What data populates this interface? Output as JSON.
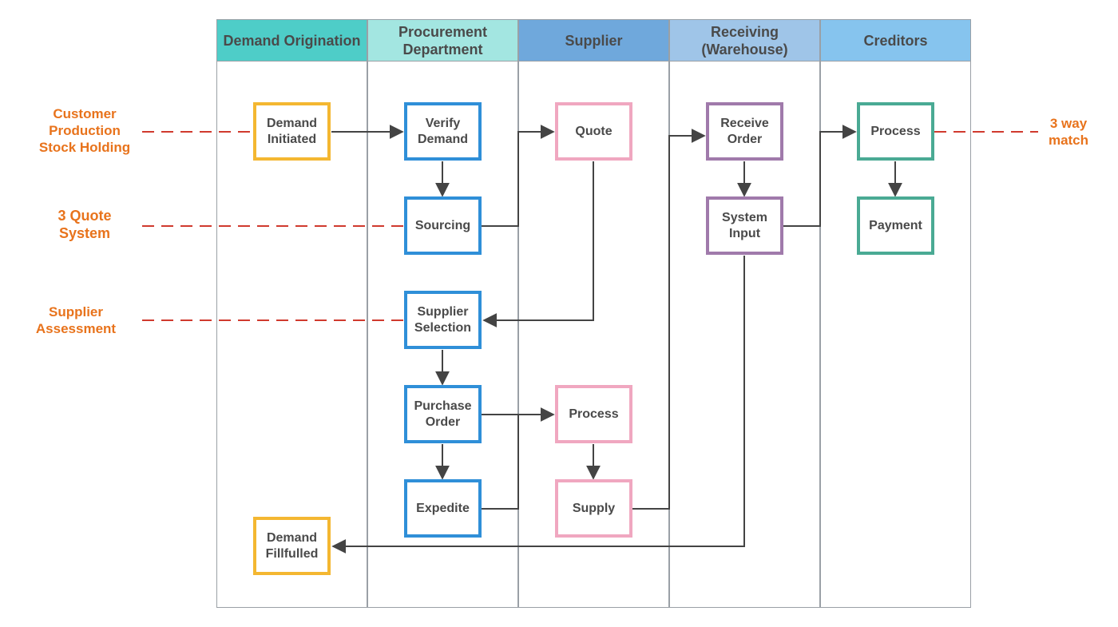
{
  "lanes": [
    {
      "label": "Demand Origination",
      "color": "#4ecdc8"
    },
    {
      "label": "Procurement\nDepartment",
      "color": "#a3e6e1"
    },
    {
      "label": "Supplier",
      "color": "#6fa8dc"
    },
    {
      "label": "Receiving\n(Warehouse)",
      "color": "#9fc5e8"
    },
    {
      "label": "Creditors",
      "color": "#86c4ee"
    }
  ],
  "steps": {
    "demand_initiated": "Demand\nInitiated",
    "demand_fulfilled": "Demand\nFillfulled",
    "verify_demand": "Verify\nDemand",
    "sourcing": "Sourcing",
    "supplier_selection": "Supplier\nSelection",
    "purchase_order": "Purchase\nOrder",
    "expedite": "Expedite",
    "quote": "Quote",
    "supplier_process": "Process",
    "supply": "Supply",
    "receive_order": "Receive\nOrder",
    "system_input": "System\nInput",
    "creditors_process": "Process",
    "payment": "Payment"
  },
  "notes": {
    "customer": "Customer\nProduction\nStock Holding",
    "quote_system": "3 Quote\nSystem",
    "supplier_assessment": "Supplier\nAssessment",
    "three_way_match": "3 way\nmatch"
  },
  "colors": {
    "demand": "#f4b731",
    "procurement": "#2f8fd8",
    "supplier": "#f0a7c0",
    "receiving": "#a07aab",
    "creditors": "#4aaa94",
    "note_text": "#e8731c",
    "dashed_line": "#d03a2e",
    "arrow": "#444444"
  }
}
